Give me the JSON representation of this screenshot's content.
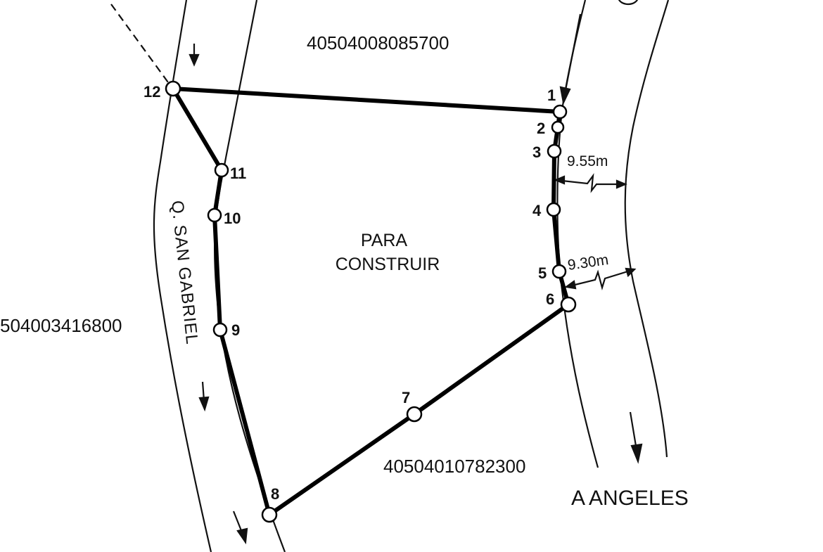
{
  "title": "",
  "parcels": {
    "north": "40504008085700",
    "south": "40504010782300",
    "west": "504003416800"
  },
  "center_label": {
    "line1": "PARA",
    "line2": "CONSTRUIR"
  },
  "stream_label": "Q. SAN GABRIEL",
  "road_label": "A ANGELES",
  "measurements": {
    "upper": "9.55m",
    "lower": "9.30m"
  },
  "vertices": [
    "1",
    "2",
    "3",
    "4",
    "5",
    "6",
    "7",
    "8",
    "9",
    "10",
    "11",
    "12"
  ]
}
